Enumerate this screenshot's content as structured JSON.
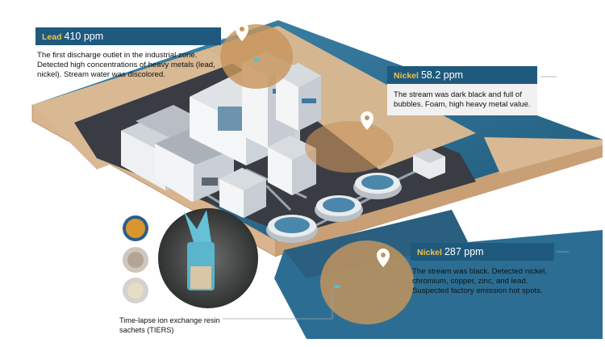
{
  "callouts": [
    {
      "metal": "Lead",
      "value": "410 ppm",
      "description": "The first discharge outlet in the industrial zone. Detected high concentrations of heavy metals (lead, nickel). Stream water was discolored."
    },
    {
      "metal": "Nickel",
      "value": "58.2 ppm",
      "description": "The stream was dark black and full of bubbles. Foam, high heavy metal value."
    },
    {
      "metal": "Nickel",
      "value": "287 ppm",
      "description": "The stream was black. Detected nickel, chromium, copper, zinc, and lead. Suspected factory emission hot spots."
    }
  ],
  "resin_label": "Time-lapse ion exchange resin sachets (TIERS)",
  "colors": {
    "header": "#1f5a7e",
    "metal_label": "#f0c24a",
    "water": "#2c6e93",
    "ground": "#3a3c44",
    "highlight": "#c8955c"
  },
  "icons": [
    "map-pin-icon",
    "map-pin-icon",
    "map-pin-icon"
  ]
}
